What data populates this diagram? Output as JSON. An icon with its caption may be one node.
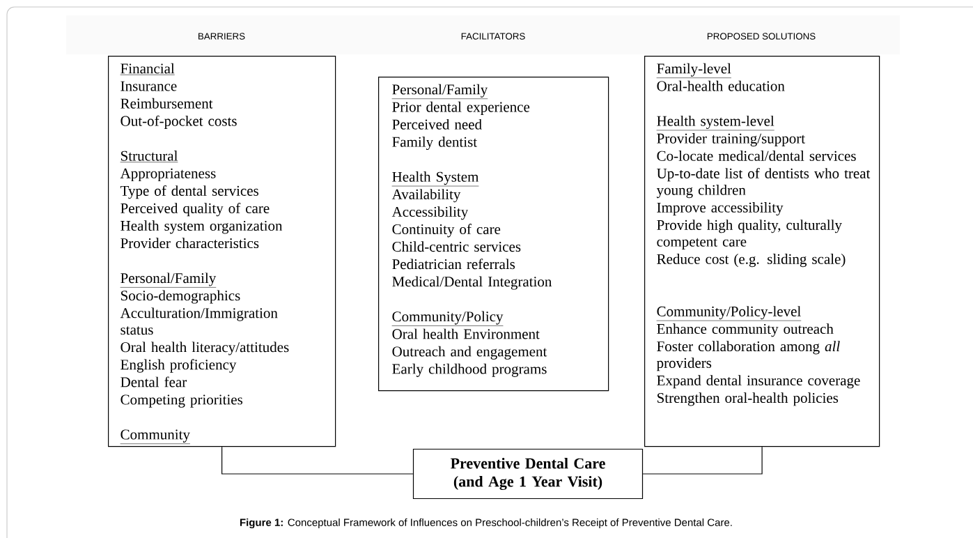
{
  "diagram": {
    "caption": "**Figure 1:** Conceptual Framework of Influences on Preschool-children’s Receipt of Preventive Dental Care.",
    "nodes": [
      {
        "text": [
          "BARRIERS",
          "Financial",
          "Insurance",
          "Reimbursement",
          "Out-of-pocket costs",
          "Structural",
          "Appropriateness",
          "Type of dental services",
          "Perceived quality of care",
          "Health system organization",
          "Provider characteristics",
          "Personal/Family",
          "Socio-demographics",
          "Acculturation/Immigration status",
          "Oral health literacy/attitudes",
          "English proficiency",
          "Dental fear",
          "Competing priorities",
          "Community"
        ]
      },
      {
        "text": [
          "FACILITATORS",
          "Personal/Family",
          "Prior dental experience",
          "Perceived need",
          "Family dentist",
          "Health System",
          "Availability",
          "Accessibility",
          "Continuity of care",
          "Child-centric services",
          "Pediatrician referrals",
          "Medical/Dental Integration",
          "Community/Policy",
          "Oral health Environment",
          "Outreach and engagement",
          "Early childhood programs"
        ]
      },
      {
        "text": [
          "PROPOSED SOLUTIONS",
          "Family-level",
          "Oral-health education",
          "Health system-level",
          "Provider training/support",
          "Co-locate medical/dental services",
          "Up-to-date list of dentists who treat young children",
          "Improve accessibility",
          "Provide high quality, culturally competent care",
          "Reduce cost (e.g. sliding scale)",
          "Community/Policy-level",
          "Enhance community outreach",
          "Foster collaboration among *all* providers",
          "Expand dental insurance coverage",
          "Strengthen oral-health policies"
        ]
      },
      {
        "text": [
          "Preventive Dental Care (and Age 1 Year Visit)"
        ]
      }
    ],
    "edges": [
      {
        "from": 0,
        "to": 3,
        "arrow": "none"
      },
      {
        "from": 2,
        "to": 3,
        "arrow": "none"
      }
    ]
  }
}
